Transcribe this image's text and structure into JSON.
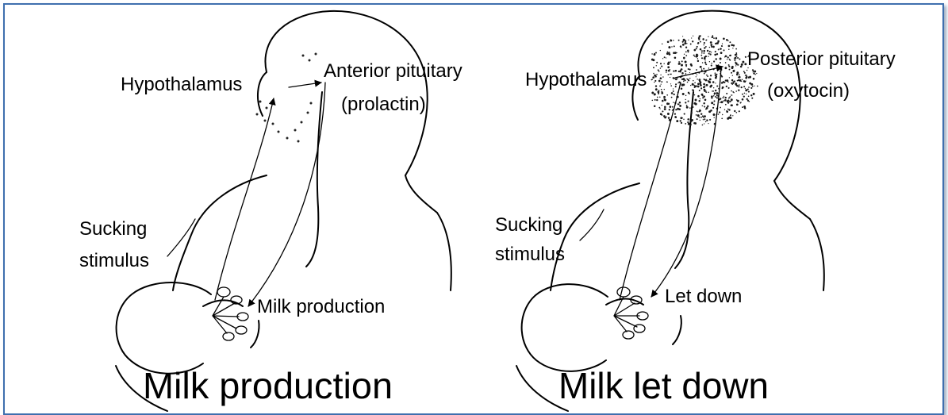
{
  "left_panel": {
    "hypothalamus": "Hypothalamus",
    "pituitary_line1": "Anterior pituitary",
    "pituitary_line2": "(prolactin)",
    "stimulus_line1": "Sucking",
    "stimulus_line2": "stimulus",
    "effect": "Milk production",
    "title": "Milk production"
  },
  "right_panel": {
    "hypothalamus": "Hypothalamus",
    "pituitary_line1": "Posterior pituitary",
    "pituitary_line2": "(oxytocin)",
    "stimulus_line1": "Sucking",
    "stimulus_line2": "stimulus",
    "effect": "Let down",
    "title": "Milk let down"
  },
  "colors": {
    "border": "#3f6fae",
    "ink": "#000000"
  }
}
